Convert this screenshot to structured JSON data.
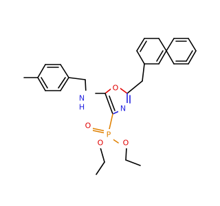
{
  "atoms": {
    "nitrogen_amine": "N",
    "hydrogen_amine": "H",
    "oxygen_ring": "O",
    "nitrogen_ring": "N",
    "phosphorus": "P",
    "oxygen_double": "O",
    "oxygen_ester_left": "O",
    "oxygen_ester_right": "O"
  },
  "colors": {
    "bond": "#000000",
    "oxygen": "#e00000",
    "nitrogen": "#2222e0",
    "phosphorus": "#e08000",
    "background": "#ffffff"
  }
}
